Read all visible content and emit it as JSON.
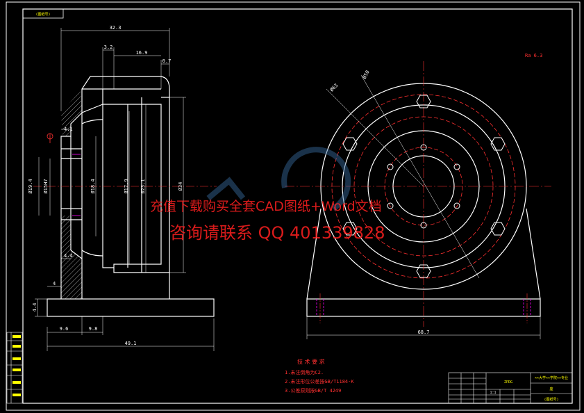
{
  "frame": {
    "corner_tag": "(图纸号)"
  },
  "left_view": {
    "dimensions": {
      "top_width": "32.3",
      "offset_small": "3.2",
      "inner_length": "16.9",
      "lip": "0.7",
      "d_left": "Ø19.4",
      "d_bore": "Ø15H7",
      "d_inner1": "Ø18.4",
      "d_inner2": "Ø17.9",
      "d_inner3": "Ø23.1",
      "d_outer": "Ø34",
      "base_h": "4.4",
      "step": "4",
      "bottom_a": "9.6",
      "bottom_b": "9.8",
      "total": "49.1",
      "wall_top": "4.1",
      "wall_bot": "4.4"
    }
  },
  "right_view": {
    "dimensions": {
      "pcd_outer": "Ø63",
      "pcd_inner": "Ø50",
      "total_width": "68.7",
      "note": "Ra 6.3"
    }
  },
  "watermark": {
    "line1": "充值下载购买全套CAD图纸+Word文档",
    "line2": "咨询请联系  QQ 401339828"
  },
  "requirements": {
    "title": "技 术 要 求",
    "items": [
      "1.未注倒角为C2.",
      "2.未注形位公差按GB/T1184-K",
      "3.公差原则按GB/T 4249"
    ]
  },
  "title_block": {
    "part_code": "ZPDG",
    "school": "××大学××学院××专业",
    "part_name": "座",
    "drawing_no": "(图纸号)",
    "scale": "1:1"
  }
}
